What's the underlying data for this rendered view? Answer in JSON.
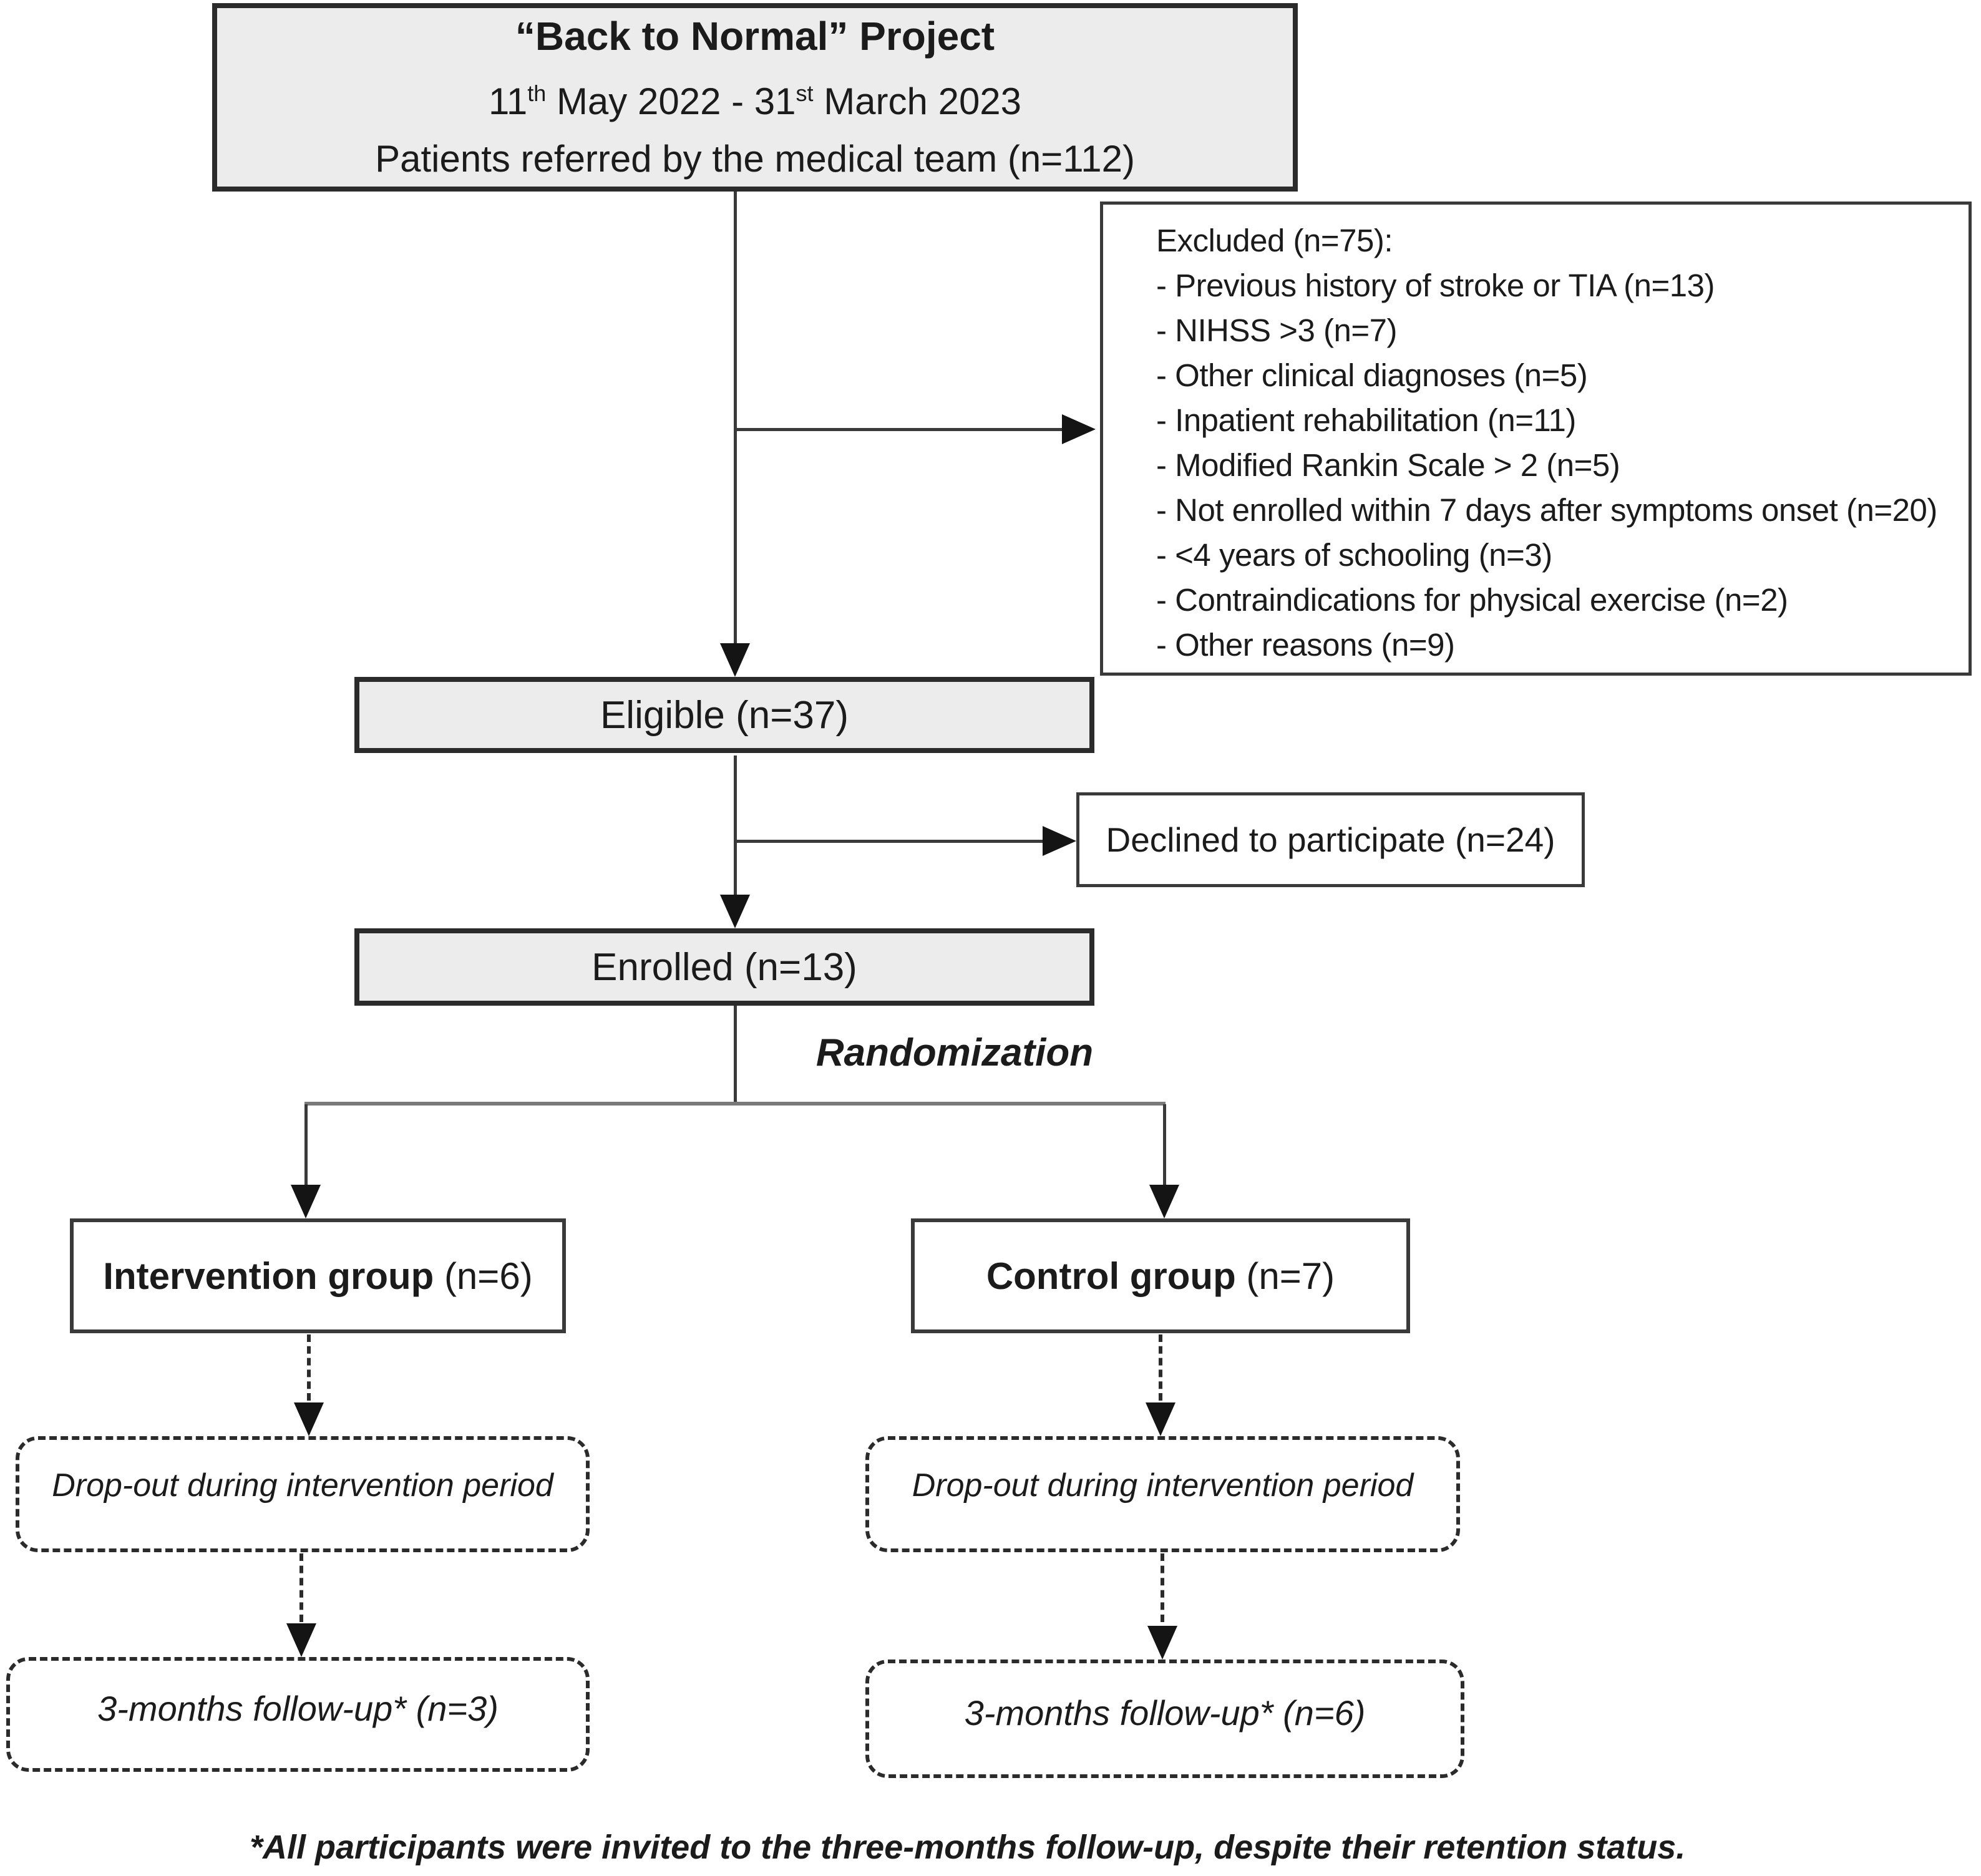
{
  "title_box": {
    "title": "“Back to Normal” Project",
    "date_start": "11",
    "date_start_sup": "th",
    "date_mid": " May 2022 - 31",
    "date_mid_sup": "st",
    "date_end": " March 2023",
    "subtitle": "Patients referred by the medical team (n=112)"
  },
  "excluded_box": {
    "header": "Excluded (n=75):",
    "items": [
      "- Previous history of stroke or TIA (n=13)",
      "- NIHSS >3 (n=7)",
      "- Other clinical diagnoses (n=5)",
      "- Inpatient rehabilitation (n=11)",
      "- Modified Rankin Scale > 2 (n=5)",
      "- Not enrolled within 7 days after symptoms onset (n=20)",
      "- <4 years of schooling (n=3)",
      "- Contraindications for physical exercise (n=2)",
      "- Other reasons (n=9)"
    ]
  },
  "eligible_box": {
    "label": "Eligible (n=37)"
  },
  "declined_box": {
    "label": "Declined to participate (n=24)"
  },
  "enrolled_box": {
    "label": "Enrolled (n=13)"
  },
  "randomization_label": "Randomization",
  "intervention_box": {
    "name": "Intervention group",
    "count": " (n=6)"
  },
  "control_box": {
    "name": "Control group",
    "count": " (n=7)"
  },
  "intervention_dropout_box": {
    "label": "Drop-out during intervention period"
  },
  "control_dropout_box": {
    "label": "Drop-out during intervention period"
  },
  "intervention_followup_box": {
    "label": "3-months follow-up* (n=3)"
  },
  "control_followup_box": {
    "label": "3-months follow-up* (n=6)"
  },
  "footnote": "*All participants were invited to the three-months follow-up, despite their retention status.",
  "colors": {
    "box_fill_gray": "#ececec",
    "box_fill_white": "#ffffff",
    "border_dark": "#2b2b2b",
    "border_medium": "#3a3a3a",
    "branch_line_gray": "#7a7a7a",
    "arrow_black": "#141414",
    "text": "#1b1b1b"
  }
}
